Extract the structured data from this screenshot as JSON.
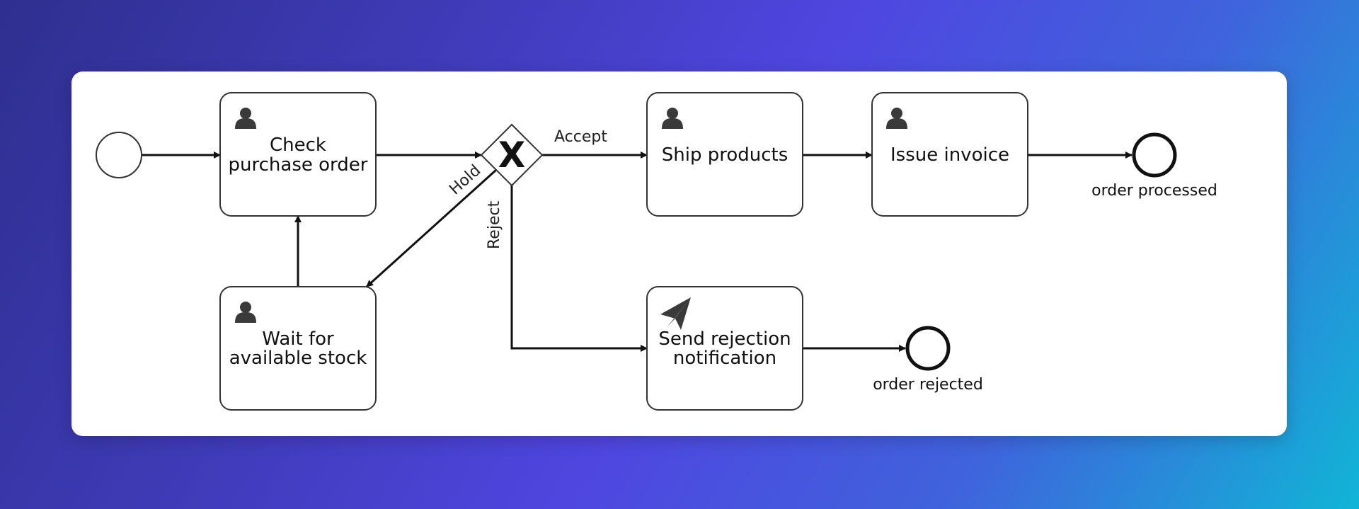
{
  "diagram": {
    "tasks": {
      "check_order": {
        "line1": "Check",
        "line2": "purchase order"
      },
      "wait_stock": {
        "line1": "Wait for",
        "line2": "available stock"
      },
      "ship_products": {
        "label": "Ship products"
      },
      "issue_invoice": {
        "label": "Issue invoice"
      },
      "send_rejection": {
        "line1": "Send rejection",
        "line2": "notification"
      }
    },
    "gateway": {
      "symbol": "X"
    },
    "flows": {
      "accept": "Accept",
      "hold": "Hold",
      "reject": "Reject"
    },
    "events": {
      "order_processed": "order processed",
      "order_rejected": "order rejected"
    },
    "icons": {
      "user_task": "user-icon",
      "send_task": "paper-plane-icon"
    }
  }
}
